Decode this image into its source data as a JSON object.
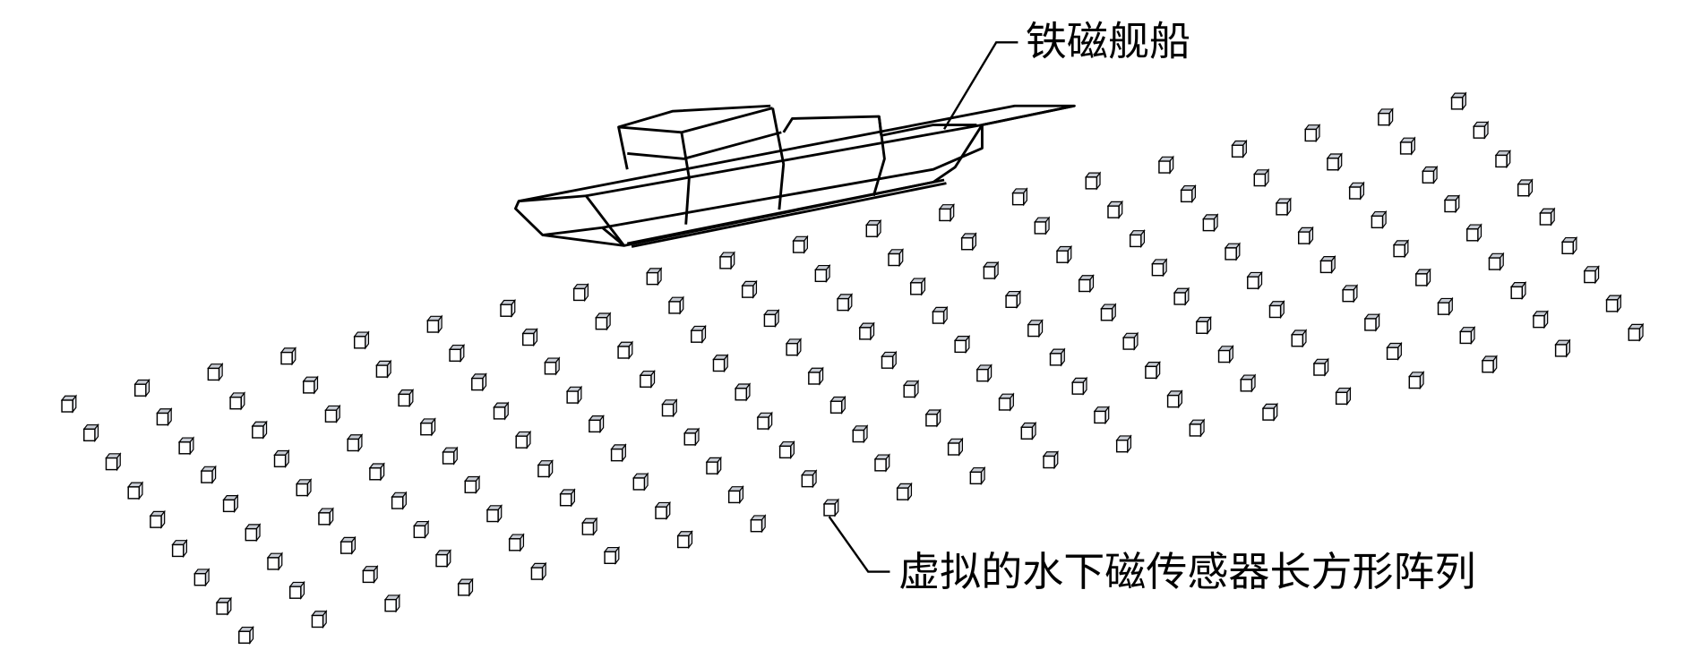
{
  "labels": {
    "ship": "铁磁舰船",
    "array": "虚拟的水下磁传感器长方形阵列"
  },
  "sensor_array": {
    "rows": 9,
    "columns": 20,
    "face_color": "#ffffff",
    "top_color": "#c8ccd4",
    "edge_color": "#000000"
  }
}
